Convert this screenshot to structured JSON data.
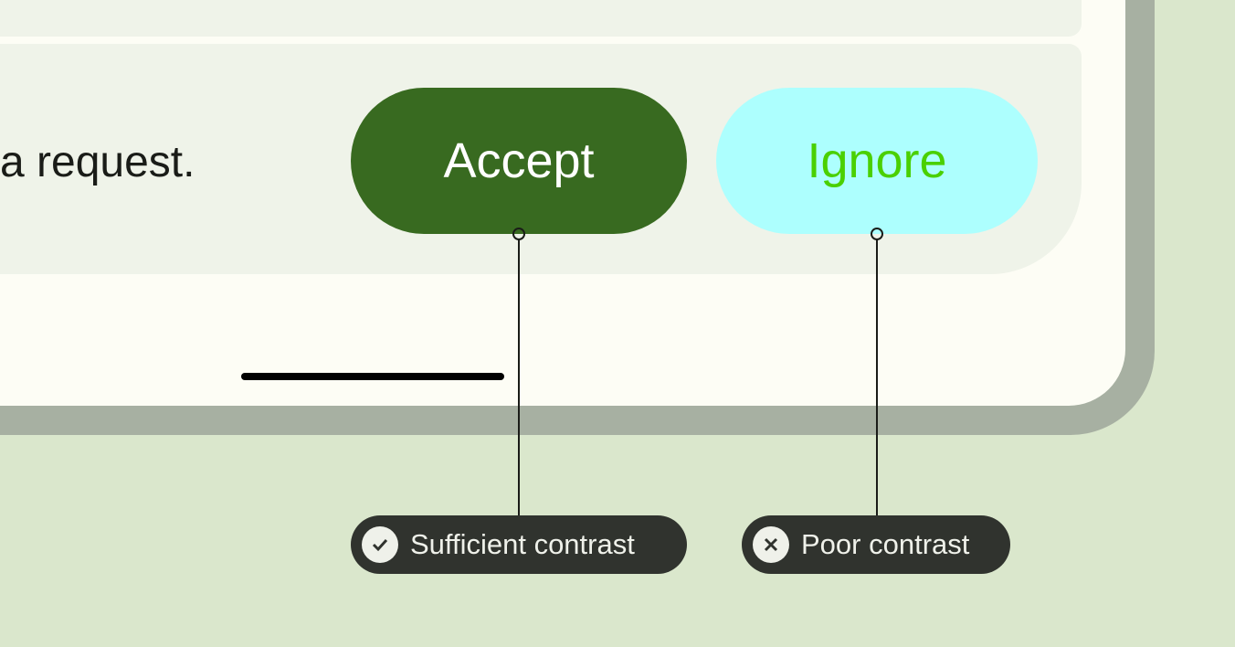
{
  "message": {
    "text": "a request."
  },
  "buttons": {
    "accept": "Accept",
    "ignore": "Ignore"
  },
  "annotations": [
    {
      "label": "Sufficient contrast",
      "icon": "check-circle-icon"
    },
    {
      "label": "Poor contrast",
      "icon": "x-circle-icon"
    }
  ],
  "colors": {
    "background": "#dae7cc",
    "accept_bg": "#386a20",
    "accept_text": "#ffffff",
    "ignore_bg": "#adfffe",
    "ignore_text": "#4ad000",
    "pill_bg": "#30332e"
  }
}
